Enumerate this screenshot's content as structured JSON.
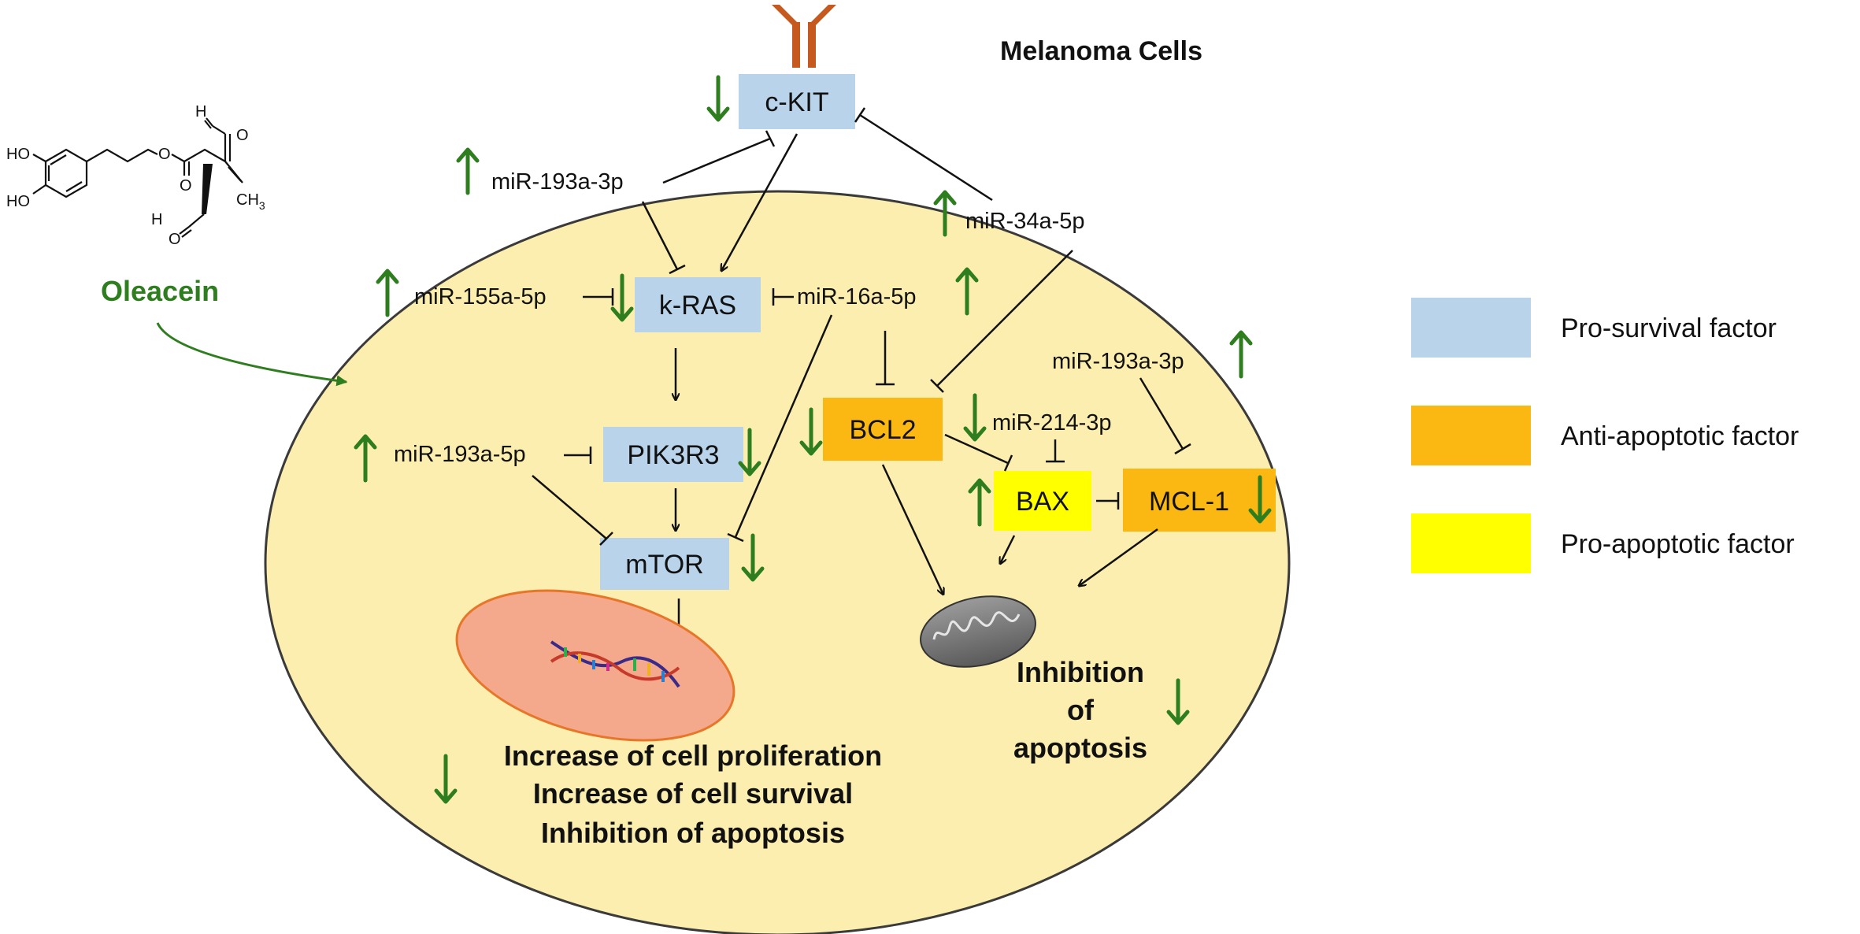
{
  "title": "Melanoma Cells",
  "compound": {
    "name": "Oleacein",
    "structure_labels": {
      "ho1": "HO",
      "ho2": "HO",
      "ch3": "CH",
      "ch3_sub": "3",
      "o1": "O",
      "o2": "O",
      "o3": "O",
      "h1": "H",
      "h2": "H"
    }
  },
  "nodes": {
    "ckit": "c-KIT",
    "kras": "k-RAS",
    "pik3r3": "PIK3R3",
    "mtor": "mTOR",
    "bcl2": "BCL2",
    "bax": "BAX",
    "mcl1": "MCL-1"
  },
  "mirnas": {
    "mir193a3p_top": "miR-193a-3p",
    "mir34a5p": "miR-34a-5p",
    "mir155a5p": "miR-155a-5p",
    "mir16a5p": "miR-16a-5p",
    "mir193a3p_right": "miR-193a-3p",
    "mir214_3p": "miR-214-3p",
    "mir193a5p": "miR-193a-5p"
  },
  "outcomes": {
    "left": [
      "Increase of  cell proliferation",
      "Increase of  cell survival",
      "Inhibition of apoptosis"
    ],
    "right": [
      "Inhibition",
      "of",
      "apoptosis"
    ]
  },
  "legend": [
    {
      "label": "Pro-survival factor",
      "color": "#b8d3ea"
    },
    {
      "label": "Anti-apoptotic factor",
      "color": "#fbb812"
    },
    {
      "label": "Pro-apoptotic factor",
      "color": "#ffff00"
    }
  ],
  "colors": {
    "cell_fill": "#fbeeae",
    "cell_stroke": "#3a3a3a",
    "pro_survival": "#b8d3ea",
    "anti_apoptotic": "#fbb812",
    "pro_apoptotic": "#ffff00",
    "up_down_arrow": "#2e7d1e",
    "receptor": "#c65a1e",
    "nucleus": "#f4a98c"
  }
}
